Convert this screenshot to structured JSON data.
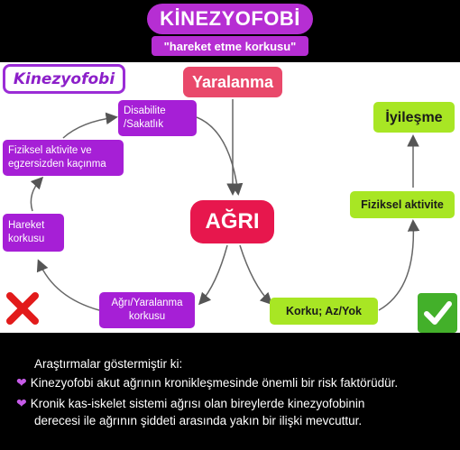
{
  "header": {
    "title": "KİNEZYOFOBİ",
    "subtitle": "\"hareket etme korkusu\""
  },
  "diagram": {
    "tag": "Kinezyofobi",
    "injury": "Yaralanma",
    "pain": "AĞRI",
    "disability": [
      "Disabilite",
      "/Sakatlık"
    ],
    "avoidance": [
      "Fiziksel aktivite ve",
      "egzersizden kaçınma"
    ],
    "fear_of_movement": [
      "Hareket",
      "korkusu"
    ],
    "fear_of_pain": [
      "Ağrı/Yaralanma",
      "korkusu"
    ],
    "low_fear": "Korku; Az/Yok",
    "physical_activity": "Fiziksel aktivite",
    "recovery": "İyileşme"
  },
  "footer": {
    "intro": "Araştırmalar göstermiştir ki:",
    "bullets": [
      "Kinezyofobi akut ağrının kronikleşmesinde önemli bir risk faktörüdür.",
      [
        "Kronik kas-iskelet sistemi ağrısı olan bireylerde kinezyofobinin",
        "derecesi ile ağrının şiddeti arasında yakın bir ilişki mevcuttur."
      ]
    ],
    "bullet_icon": "purple-heart-icon"
  },
  "colors": {
    "purple": "#a61fd6",
    "green": "#a8e624",
    "red": "#e7174d",
    "pink": "#e9496b",
    "check_green": "#43b02a"
  }
}
